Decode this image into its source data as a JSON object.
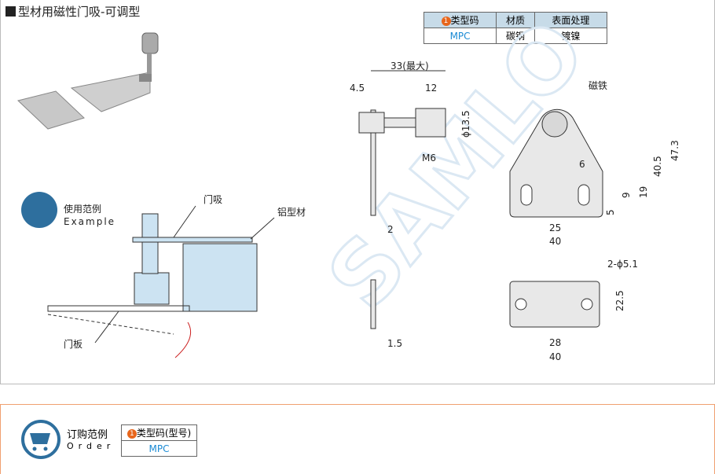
{
  "title": "型材用磁性门吸-可调型",
  "spec_table": {
    "headers": [
      "类型码",
      "材质",
      "表面处理"
    ],
    "row": [
      "MPC",
      "碳钢",
      "镀镍"
    ],
    "badge": "1"
  },
  "example": {
    "label_cn": "使用范例",
    "label_en": "Example",
    "callouts": [
      "门吸",
      "铝型材",
      "门板"
    ]
  },
  "dimensions": {
    "side": [
      "33(最大)",
      "4.5",
      "12",
      "ϕ13.5",
      "M6",
      "2",
      "1.5"
    ],
    "front": [
      "磁铁",
      "6",
      "40.5",
      "47.3",
      "9",
      "19",
      "5",
      "25",
      "40"
    ],
    "plate": [
      "2-ϕ5.1",
      "22.5",
      "28",
      "40"
    ]
  },
  "watermark": "SAMLO",
  "order": {
    "label_cn": "订购范例",
    "label_en": "Order",
    "table_header": "类型码(型号)",
    "value": "MPC",
    "badge": "1"
  },
  "colors": {
    "accent": "#2e6f9e",
    "order_border": "#f0a070",
    "header_bg": "#c7dbe8",
    "code_blue": "#1a8ad4"
  }
}
